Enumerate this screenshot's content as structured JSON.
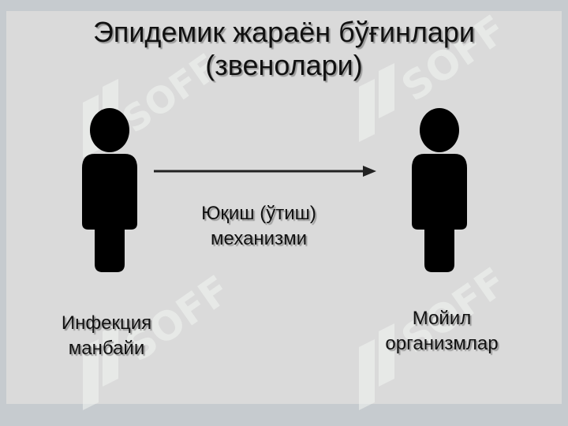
{
  "slide": {
    "title_line1": "Эпидемик жараён бўғинлари",
    "title_line2": "(звенолари)",
    "mechanism_line1": "Юқиш (ўтиш)",
    "mechanism_line2": "механизми",
    "source_line1": "Инфекция",
    "source_line2": "манбайи",
    "recipient_line1": "Мойил",
    "recipient_line2": "организмлар"
  },
  "watermark": {
    "text": "SOFF"
  },
  "colors": {
    "figure": "#000000",
    "watermark": "#eef6ee",
    "background": "#dadada"
  }
}
